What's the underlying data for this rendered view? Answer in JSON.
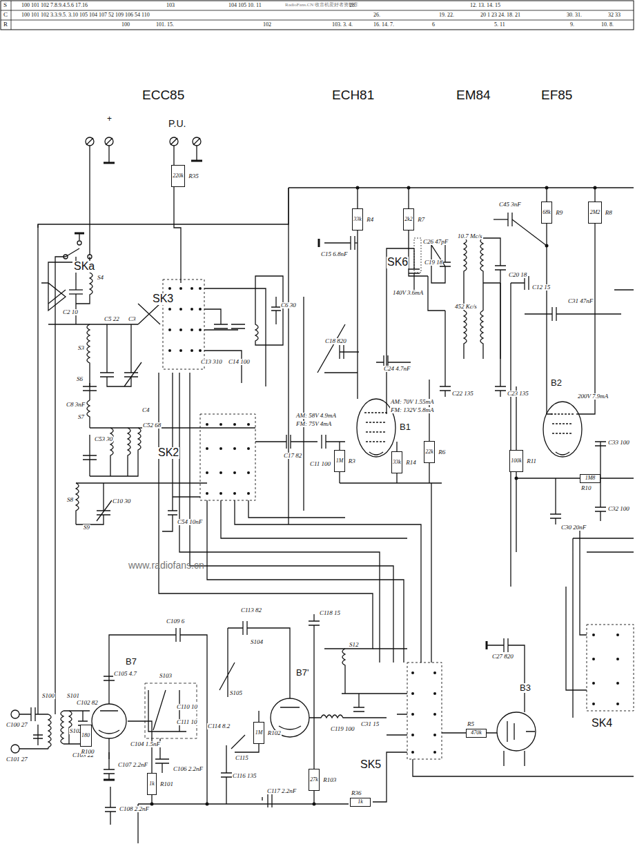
{
  "diagram": {
    "nodes": [
      {
        "text": [
          "220k",
          "R35"
        ]
      },
      {
        "text": [
          "33k",
          "R4"
        ]
      },
      {
        "text": [
          "2k2",
          "R7"
        ]
      },
      {
        "text": [
          "68k",
          "R9"
        ]
      },
      {
        "text": [
          "2M2",
          "R8"
        ]
      },
      {
        "text": [
          "1M",
          "R3"
        ]
      },
      {
        "text": [
          "33k",
          "R14"
        ]
      },
      {
        "text": [
          "22k",
          "R6"
        ]
      },
      {
        "text": [
          "100k",
          "R11"
        ]
      },
      {
        "text": [
          "1M8",
          "R10"
        ]
      },
      {
        "text": [
          "180",
          "R100"
        ]
      },
      {
        "text": [
          "1k",
          "R101"
        ]
      },
      {
        "text": [
          "1M",
          "R102"
        ]
      },
      {
        "text": [
          "27k",
          "R103"
        ]
      },
      {
        "text": [
          "470k",
          "R5"
        ]
      },
      {
        "text": [
          "1k",
          "R36"
        ]
      }
    ],
    "labels": [
      "S",
      "C",
      "R",
      "100 101 102 7.8.9.4.5.6 17.16",
      "103",
      "104 105 10. 11",
      "28.",
      "12. 13. 14. 15",
      "100 101 102 3.3.9.5. 3.10 105 104 107 52 109 106 54 110",
      "26.",
      "19. 22.",
      "20 1 23 24. 18. 21",
      "30. 31.",
      "32 33",
      "100",
      "101. 15.",
      "102",
      "103. 3. 4.",
      "16. 14. 7.",
      "6",
      "5. 11",
      "9.",
      "10. 8.",
      "RadioFans.CN 收音机爱好者资料库",
      "ECC85",
      "ECH81",
      "EM84",
      "EF85",
      "+",
      "P.U.",
      "SKa",
      "SK3",
      "SK2",
      "SK6",
      "SK5",
      "SK4",
      "B1",
      "B2",
      "B3",
      "B7",
      "B7'",
      "www.radiofans.cn",
      "C15 6.8nF",
      "C45 3nF",
      "C24 4.7nF",
      "C18 820",
      "C26 47pF",
      "C11 100",
      "C17 82",
      "C31 47nF",
      "C33 100",
      "C30 20nF",
      "C32 100",
      "C54 10nF",
      "C27 820",
      "C109 6",
      "C113 82",
      "C118 15",
      "C119 100",
      "C31 15",
      "C100 27",
      "C101 27",
      "C102 82",
      "C103 22",
      "C105 4.7",
      "C104 1.5nF",
      "C107 2.2nF",
      "C108 2.2nF",
      "C106 2.2nF",
      "C110 10",
      "C111 10",
      "C114 8.2",
      "C115",
      "C116 135",
      "C117 2.2nF",
      "C8 3nF",
      "C5 22",
      "C3",
      "C4",
      "C6 30",
      "C2 10",
      "C13 310",
      "C14 100",
      "C10 30",
      "C53 30",
      "C52 68",
      "C19 18",
      "C20 18",
      "C12 15",
      "C22 135",
      "C23 135",
      "S4",
      "S3",
      "S6",
      "S7",
      "S8",
      "S9",
      "S100",
      "S101",
      "S102",
      "S103",
      "S104",
      "S105",
      "S12",
      "10.7 Mc/s",
      "452 Kc/s",
      "140V 3.6mA",
      "AM: 58V 4.9mA",
      "FM: 75V 4mA",
      "AM: 70V 1.55mA",
      "FM: 132V 5.8mA",
      "200V 7.9mA"
    ]
  }
}
